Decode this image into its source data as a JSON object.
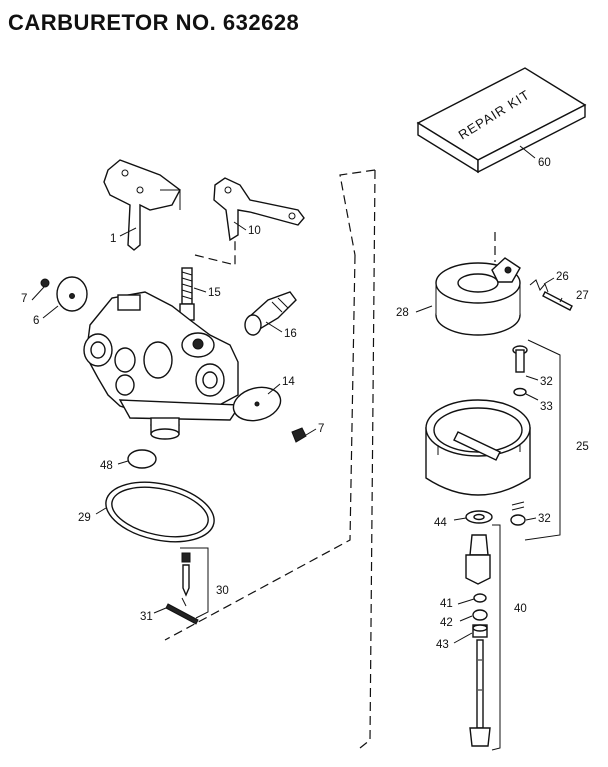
{
  "title": "CARBURETOR NO. 632628",
  "kit_label": "REPAIR KIT",
  "callouts": {
    "p1": "1",
    "p10": "10",
    "p15": "15",
    "p7a": "7",
    "p6": "6",
    "p16": "16",
    "p14": "14",
    "p7b": "7",
    "p48": "48",
    "p29": "29",
    "p30": "30",
    "p31": "31",
    "p60": "60",
    "p26": "26",
    "p27": "27",
    "p28": "28",
    "p32a": "32",
    "p33": "33",
    "p25": "25",
    "p44": "44",
    "p32b": "32",
    "p41": "41",
    "p40": "40",
    "p42": "42",
    "p43": "43"
  }
}
